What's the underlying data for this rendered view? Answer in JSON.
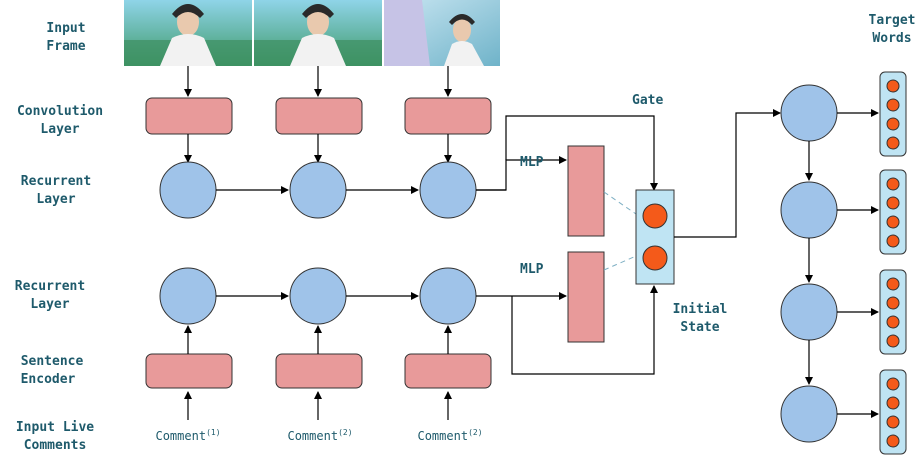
{
  "labels": {
    "input_frame": [
      "Input",
      "Frame"
    ],
    "convolution_layer": [
      "Convolution",
      "Layer"
    ],
    "recurrent_layer_top": [
      "Recurrent",
      "Layer"
    ],
    "recurrent_layer_bottom": [
      "Recurrent",
      "Layer"
    ],
    "sentence_encoder": [
      "Sentence",
      "Encoder"
    ],
    "input_live_comments": [
      "Input Live",
      "Comments"
    ],
    "gate": "Gate",
    "mlp_top": "MLP",
    "mlp_bottom": "MLP",
    "initial_state": [
      "Initial",
      "State"
    ],
    "target_words": [
      "Target",
      "Words"
    ]
  },
  "comments": [
    {
      "text": "Comment",
      "sup": "(1)"
    },
    {
      "text": "Comment",
      "sup": "(2)"
    },
    {
      "text": "Comment",
      "sup": "(2)"
    }
  ],
  "colors": {
    "text": "#1e5a6b",
    "box": "#e89a9a",
    "node": "#9fc3e9",
    "word_cell": "#bfe4f3",
    "dot": "#f45a1a"
  }
}
